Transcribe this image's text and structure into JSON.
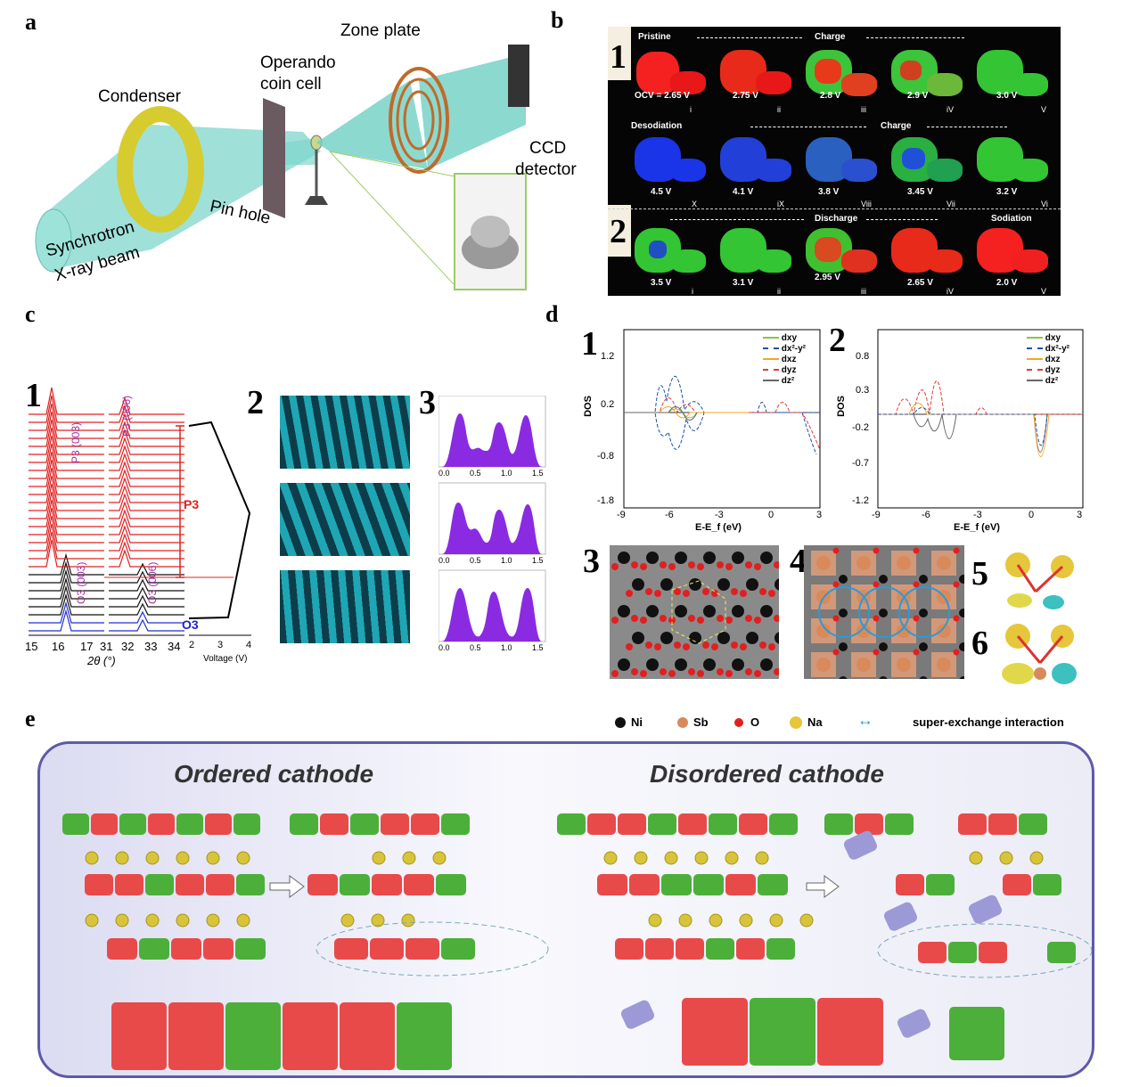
{
  "panel_labels": {
    "a": "a",
    "b": "b",
    "c": "c",
    "d": "d",
    "e": "e"
  },
  "panel_a": {
    "labels": {
      "condenser": "Condenser",
      "operando1": "Operando",
      "operando2": "coin cell",
      "zone_plate": "Zone plate",
      "ccd1": "CCD",
      "ccd2": "detector",
      "pinhole": "Pin hole",
      "synch1": "Synchrotron",
      "synch2": "X-ray beam"
    }
  },
  "panel_b": {
    "num1": "1",
    "num2": "2",
    "row1": {
      "pristine": "Pristine",
      "charge": "Charge",
      "volts": [
        "OCV = 2.65 V",
        "2.75 V",
        "2.8 V",
        "2.9 V",
        "3.0 V"
      ],
      "romans": [
        "i",
        "ii",
        "iii",
        "iV",
        "V"
      ]
    },
    "row2": {
      "desodiation": "Desodiation",
      "charge": "Charge",
      "volts": [
        "4.5 V",
        "4.1 V",
        "3.8 V",
        "3.45 V",
        "3.2 V"
      ],
      "romans": [
        "X",
        "iX",
        "Viii",
        "Vii",
        "Vi"
      ]
    },
    "row3": {
      "discharge": "Discharge",
      "sodiation": "Sodiation",
      "volts": [
        "3.5 V",
        "3.1 V",
        "2.95 V",
        "2.65 V",
        "2.0 V"
      ],
      "romans": [
        "i",
        "ii",
        "iii",
        "iV",
        "V"
      ]
    }
  },
  "panel_c": {
    "sub1": "1",
    "sub2": "2",
    "sub3": "3",
    "peak_labels": {
      "p3_003": "P3 (003)",
      "p3_006": "P3 (006)",
      "o3_003": "O3 (003)",
      "o3_006": "O3 (006)"
    },
    "phase_p3": "P3",
    "phase_o3": "O3",
    "xticks_left": [
      "15",
      "16",
      "17",
      "31",
      "32",
      "33",
      "34"
    ],
    "xlabel": "2θ (°)",
    "voltage_ticks": [
      "2",
      "3",
      "4"
    ],
    "voltage_label": "Voltage (V)",
    "profile_ticks": [
      "0.0",
      "0.5",
      "1.0",
      "1.5"
    ]
  },
  "panel_d": {
    "sub1": "1",
    "sub2": "2",
    "sub3": "3",
    "sub4": "4",
    "sub5": "5",
    "sub6": "6",
    "chart1": {
      "ylabel": "DOS",
      "xlabel": "E-E_f (eV)",
      "yticks": [
        "1.2",
        "0.2",
        "-0.8",
        "-1.8"
      ],
      "xticks": [
        "-9",
        "-6",
        "-3",
        "0",
        "3"
      ]
    },
    "chart2": {
      "ylabel": "DOS",
      "xlabel": "E-E_f (eV)",
      "yticks": [
        "0.8",
        "0.3",
        "-0.2",
        "-0.7",
        "-1.2"
      ],
      "xticks": [
        "-9",
        "-6",
        "-3",
        "0",
        "3"
      ]
    },
    "legend": [
      {
        "name": "dxy",
        "color": "#8bc34a"
      },
      {
        "name": "dx²-y²",
        "color": "#1f4fa8"
      },
      {
        "name": "dxz",
        "color": "#f5a623"
      },
      {
        "name": "dyz",
        "color": "#e53935"
      },
      {
        "name": "dz²",
        "color": "#666666"
      }
    ],
    "atom_legend": {
      "ni": "Ni",
      "sb": "Sb",
      "o": "O",
      "na": "Na",
      "sx": "super-exchange interaction"
    },
    "colors": {
      "ni": "#111111",
      "sb": "#d98a5a",
      "o": "#e02020",
      "na": "#e6c63a",
      "sx": "#2a9ad8"
    }
  },
  "panel_e": {
    "ordered": "Ordered cathode",
    "disordered": "Disordered cathode",
    "colors": {
      "red": "#e84a4a",
      "green": "#4caf3a",
      "purple": "#9c9ad6",
      "na": "#d8c43a",
      "frame": "#5e5aa8"
    }
  }
}
